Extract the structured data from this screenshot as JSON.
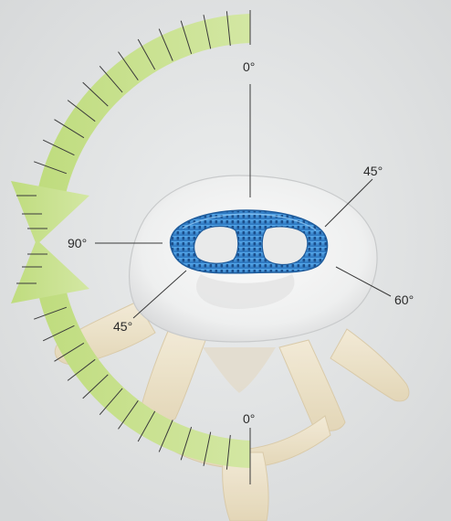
{
  "diagram": {
    "labels": {
      "top_zero": "0°",
      "bottom_zero": "0°",
      "right_upper": "45°",
      "left_lower": "45°",
      "left_mid": "90°",
      "right_lower": "60°"
    },
    "colors": {
      "background": "#dfe1e2",
      "arrow_fill": "#c6df8a",
      "disc_fill": "#f1f2f2",
      "bone_fill": "#efe5cf",
      "cage_fill": "#3b8fd6",
      "leader_line": "#3a3a3a"
    }
  }
}
